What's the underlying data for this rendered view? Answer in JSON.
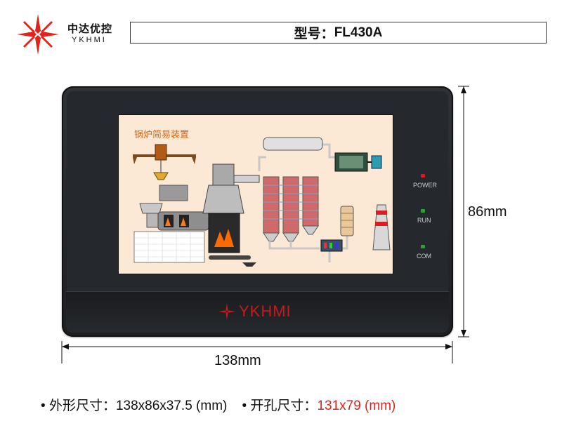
{
  "brand": {
    "name_cn": "中达优控",
    "name_en": "YKHMI",
    "color": "#e2231a"
  },
  "model": {
    "label": "型号：",
    "value": "FL430A"
  },
  "device": {
    "leds": [
      {
        "label": "POWER",
        "color": "#d11f1f"
      },
      {
        "label": "RUN",
        "color": "#1faa2e"
      },
      {
        "label": "COM",
        "color": "#1faa2e"
      }
    ],
    "bezel_logo": "YKHMI",
    "screen": {
      "title": "锅炉简易装置"
    }
  },
  "dimensions": {
    "height": "86mm",
    "width": "138mm"
  },
  "specs": {
    "bullet": "•",
    "outer_label": "外形尺寸：",
    "outer_value": "138x86x37.5 (mm)",
    "cutout_label": "开孔尺寸：",
    "cutout_value": "131x79 (mm)",
    "highlight_color": "#e0201a"
  }
}
